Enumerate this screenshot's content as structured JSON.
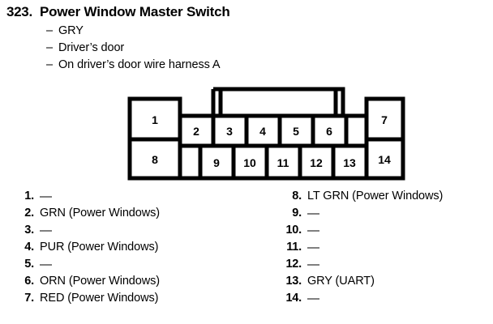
{
  "header": {
    "entry_number": "323.",
    "title": "Power Window Master Switch",
    "bullets": [
      "GRY",
      "Driver’s door",
      "On driver’s door wire harness A"
    ],
    "bullet_dash": "–"
  },
  "connector": {
    "name": "14-pin connector face view",
    "top_row_labels": [
      "2",
      "3",
      "4",
      "5",
      "6"
    ],
    "bottom_row_labels": [
      "9",
      "10",
      "11",
      "12",
      "13"
    ],
    "left_top_label": "1",
    "left_bottom_label": "8",
    "right_top_label": "7",
    "right_bottom_label": "14",
    "stroke_color": "#000000"
  },
  "pin_list": {
    "empty_value": "—",
    "left": [
      {
        "index": "1.",
        "desc": "—",
        "empty": true
      },
      {
        "index": "2.",
        "desc": "GRN (Power Windows)",
        "empty": false
      },
      {
        "index": "3.",
        "desc": "—",
        "empty": true
      },
      {
        "index": "4.",
        "desc": "PUR (Power Windows)",
        "empty": false
      },
      {
        "index": "5.",
        "desc": "—",
        "empty": true
      },
      {
        "index": "6.",
        "desc": "ORN (Power Windows)",
        "empty": false
      },
      {
        "index": "7.",
        "desc": "RED (Power Windows)",
        "empty": false
      }
    ],
    "right": [
      {
        "index": "8.",
        "desc": "LT GRN (Power Windows)",
        "empty": false
      },
      {
        "index": "9.",
        "desc": "—",
        "empty": true
      },
      {
        "index": "10.",
        "desc": "—",
        "empty": true
      },
      {
        "index": "11.",
        "desc": "—",
        "empty": true
      },
      {
        "index": "12.",
        "desc": "—",
        "empty": true
      },
      {
        "index": "13.",
        "desc": "GRY (UART)",
        "empty": false
      },
      {
        "index": "14.",
        "desc": "—",
        "empty": true
      }
    ]
  }
}
